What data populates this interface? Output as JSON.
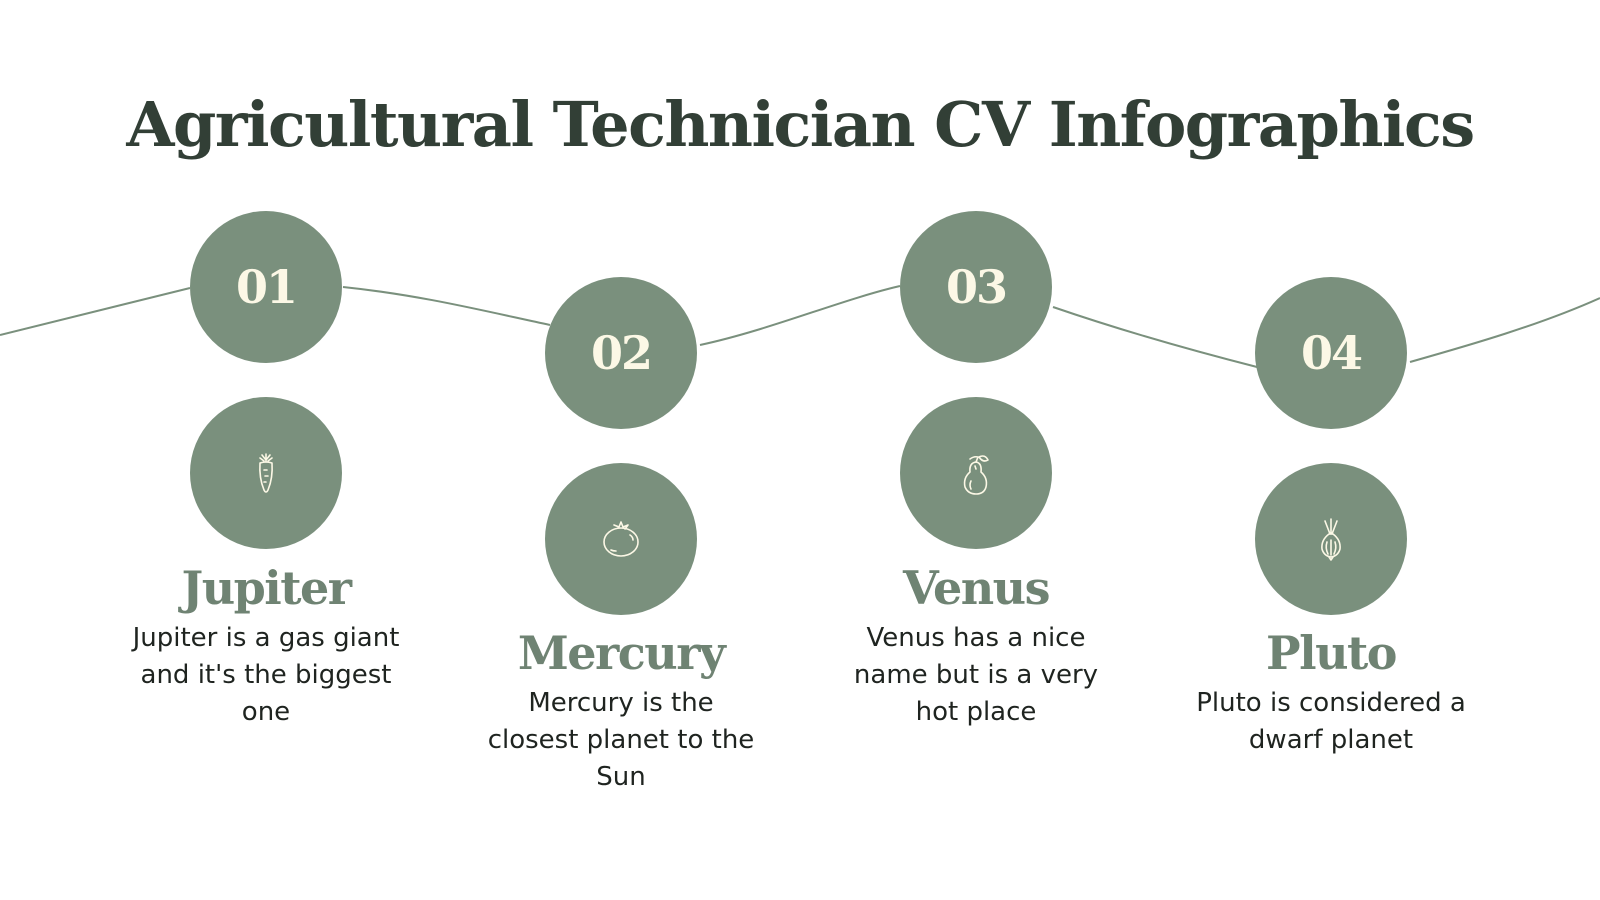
{
  "title": "Agricultural Technician CV Infographics",
  "colors": {
    "title": "#323f36",
    "circle": "#7a907d",
    "number": "#fcf8e6",
    "item_title": "#6f8373",
    "body_text": "#1f2420",
    "line": "#7a907d"
  },
  "steps": [
    {
      "number": "01",
      "icon": "carrot-icon",
      "title": "Jupiter",
      "description": "Jupiter is a gas giant and it's the biggest one"
    },
    {
      "number": "02",
      "icon": "tomato-icon",
      "title": "Mercury",
      "description": "Mercury is the closest planet to the Sun"
    },
    {
      "number": "03",
      "icon": "pear-icon",
      "title": "Venus",
      "description": "Venus has a nice name but is a very hot place"
    },
    {
      "number": "04",
      "icon": "onion-icon",
      "title": "Pluto",
      "description": "Pluto is considered a dwarf planet"
    }
  ]
}
